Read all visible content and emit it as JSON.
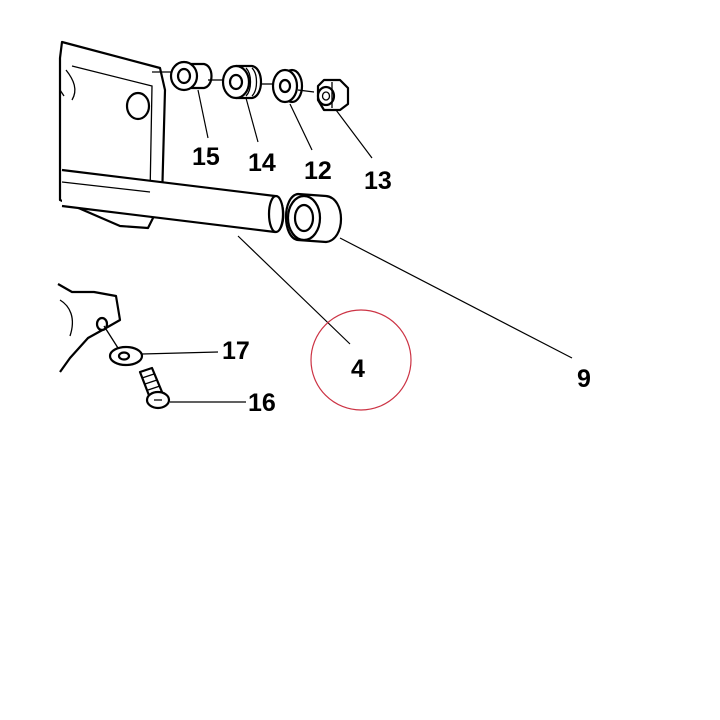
{
  "callouts": {
    "c15": "15",
    "c14": "14",
    "c12": "12",
    "c13": "13",
    "c4": "4",
    "c9": "9",
    "c17": "17",
    "c16": "16"
  },
  "colors": {
    "line": "#000000",
    "highlight": "#cc3344",
    "background": "#ffffff"
  }
}
